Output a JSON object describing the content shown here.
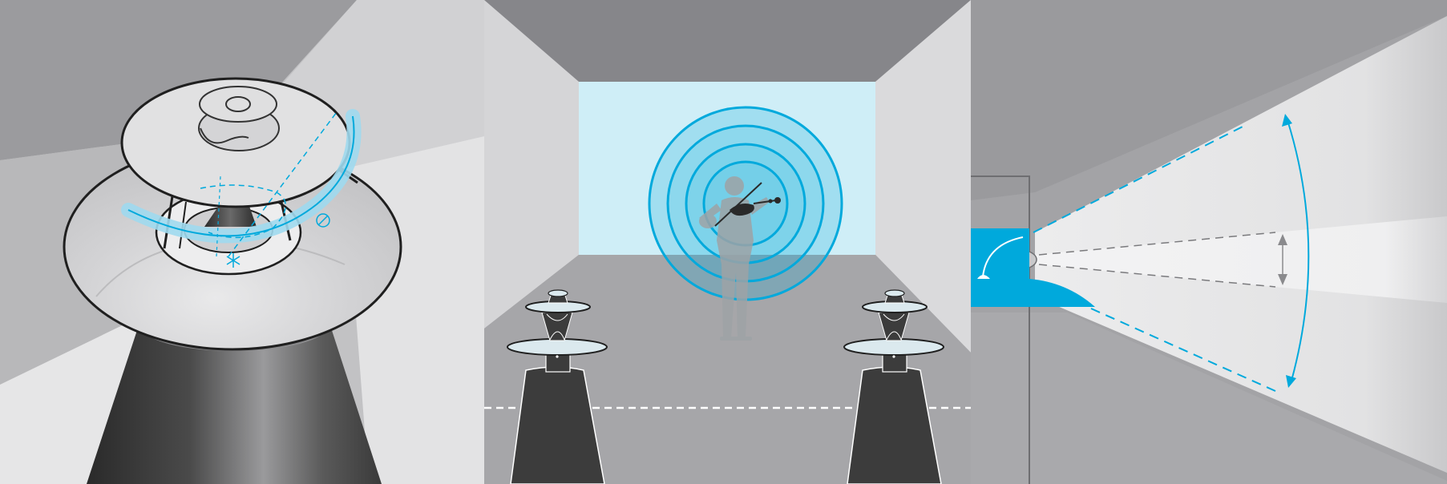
{
  "figure": {
    "panels": [
      {
        "subject": "speaker-acoustic-lens-top",
        "icon": "speaker-lens-icon"
      },
      {
        "subject": "stereo-room-soundstage",
        "icon": "violinist-icon"
      },
      {
        "subject": "lens-dispersion-section",
        "icon": "dispersion-angle-icon"
      }
    ]
  },
  "colors": {
    "accent": "#00a9dc",
    "accent_light": "#9fd9ee",
    "wall_light": "#cfeef7",
    "grey_dark": "#3c3c3c",
    "grey_mid": "#8e8e91",
    "grey_light": "#d6d6d8",
    "outline": "#1f1f1f"
  }
}
